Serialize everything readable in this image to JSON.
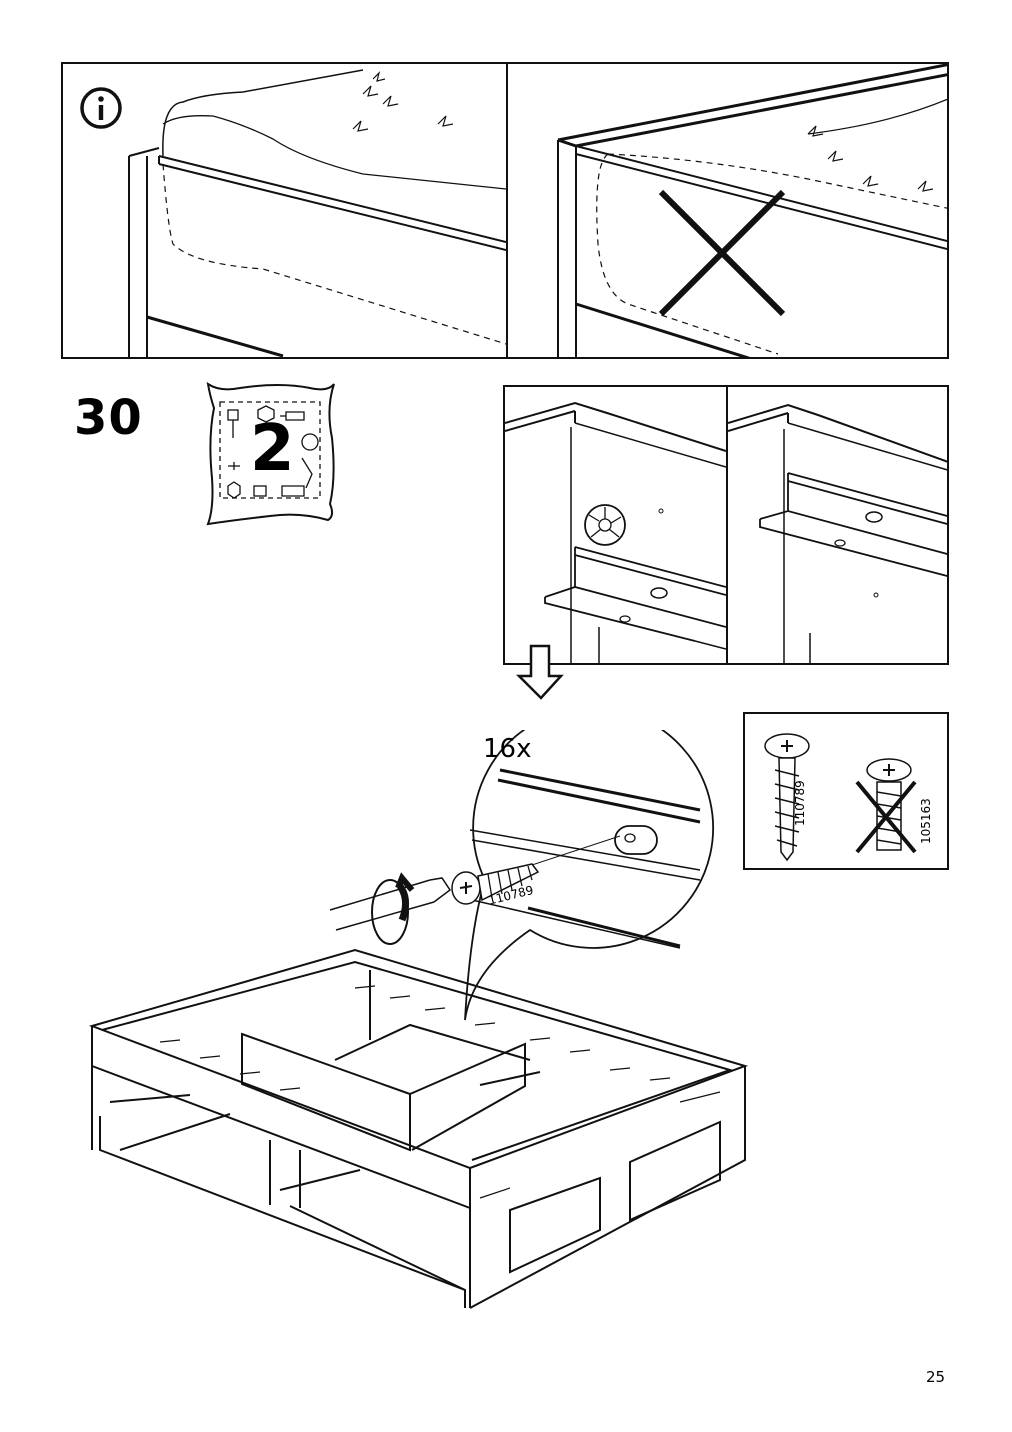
{
  "info_panel": {
    "info_icon": "info-circle-icon",
    "correct_view": "mattress-inside-frame",
    "wrong_view": "mattress-over-frame-crossed"
  },
  "step": {
    "number": "30",
    "bag_number": "2",
    "quantity": "16x",
    "screw_part": "110789",
    "wrong_screw_part": "105163"
  },
  "parts_box": {
    "correct_label": "110789",
    "wrong_label": "105163"
  },
  "footer": {
    "page_number": "25"
  }
}
